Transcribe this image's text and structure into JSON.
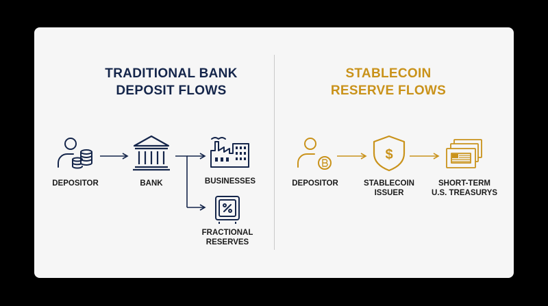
{
  "colors": {
    "navy": "#14254a",
    "gold": "#c9921a",
    "background": "#000000",
    "card": "#f6f6f6",
    "divider": "#c9c9c9"
  },
  "left": {
    "title_line1": "TRADITIONAL BANK",
    "title_line2": "DEPOSIT FLOWS",
    "nodes": {
      "depositor": {
        "label": "DEPOSITOR",
        "icon": "person-coins-icon"
      },
      "bank": {
        "label": "BANK",
        "icon": "bank-building-icon"
      },
      "businesses": {
        "label": "BUSINESSES",
        "icon": "factory-icon"
      },
      "reserves": {
        "label_line1": "FRACTIONAL",
        "label_line2": "RESERVES",
        "icon": "vault-icon"
      }
    }
  },
  "right": {
    "title_line1": "STABLECOIN",
    "title_line2": "RESERVE FLOWS",
    "nodes": {
      "depositor": {
        "label": "DEPOSITOR",
        "icon": "person-bitcoin-icon"
      },
      "issuer": {
        "label_line1": "STABLECOIN",
        "label_line2": "ISSUER",
        "icon": "shield-dollar-icon"
      },
      "treasurys": {
        "label_line1": "SHORT-TERM",
        "label_line2": "U.S. TREASURYS",
        "icon": "treasury-bills-icon"
      }
    }
  }
}
